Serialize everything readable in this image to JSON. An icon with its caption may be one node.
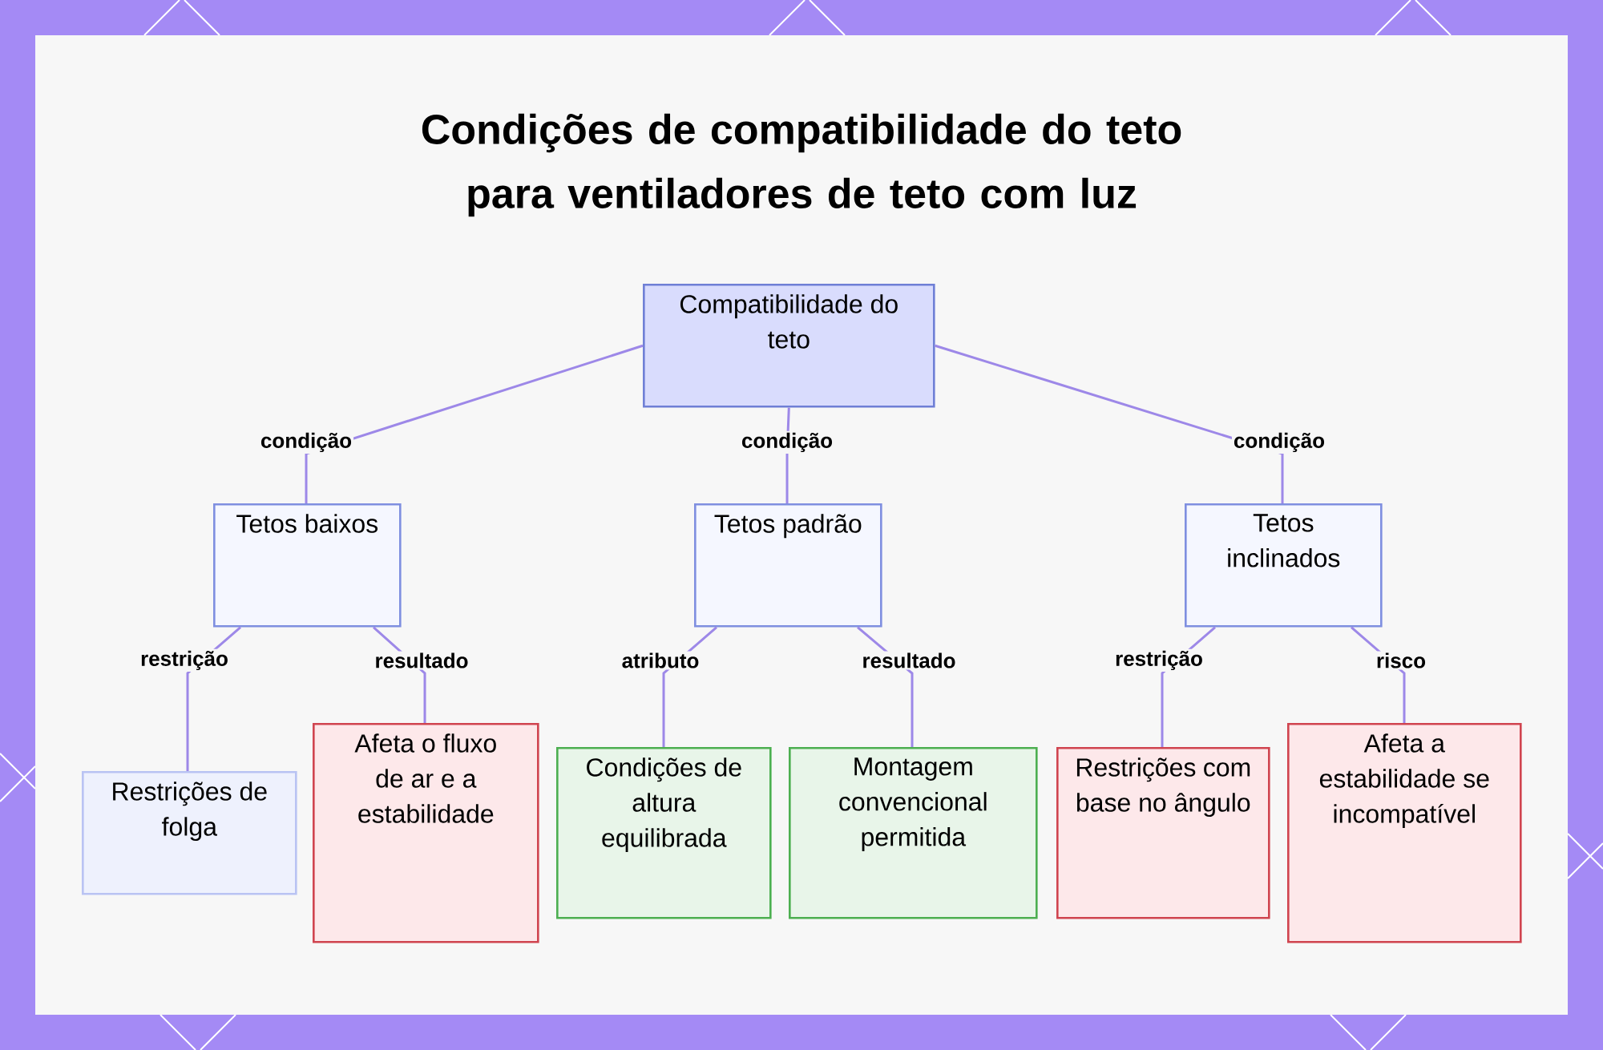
{
  "diagram": {
    "title": "Condições de compatibilidade do teto para ventiladores de teto com luz",
    "nodes": [
      {
        "text": [
          "Compatibilidade do teto"
        ]
      },
      {
        "text": [
          "Tetos baixos"
        ]
      },
      {
        "text": [
          "Tetos padrão"
        ]
      },
      {
        "text": [
          "Tetos inclinados"
        ]
      },
      {
        "text": [
          "Restrições de folga"
        ]
      },
      {
        "text": [
          "Afeta o fluxo de ar e a estabilidade"
        ]
      },
      {
        "text": [
          "Condições de altura equilibrada"
        ]
      },
      {
        "text": [
          "Montagem convencional permitida"
        ]
      },
      {
        "text": [
          "Restrições com base no ângulo"
        ]
      },
      {
        "text": [
          "Afeta a estabilidade se incompatível"
        ]
      }
    ],
    "edges": [
      {
        "from": 0,
        "to": 1,
        "arrow": "none",
        "label": "condição"
      },
      {
        "from": 0,
        "to": 2,
        "arrow": "none",
        "label": "condição"
      },
      {
        "from": 0,
        "to": 3,
        "arrow": "none",
        "label": "condição"
      },
      {
        "from": 1,
        "to": 4,
        "arrow": "none",
        "label": "restrição"
      },
      {
        "from": 1,
        "to": 5,
        "arrow": "none",
        "label": "resultado"
      },
      {
        "from": 2,
        "to": 6,
        "arrow": "none",
        "label": "atributo"
      },
      {
        "from": 2,
        "to": 7,
        "arrow": "none",
        "label": "resultado"
      },
      {
        "from": 3,
        "to": 8,
        "arrow": "none",
        "label": "restrição"
      },
      {
        "from": 3,
        "to": 9,
        "arrow": "none",
        "label": "risco"
      }
    ]
  }
}
